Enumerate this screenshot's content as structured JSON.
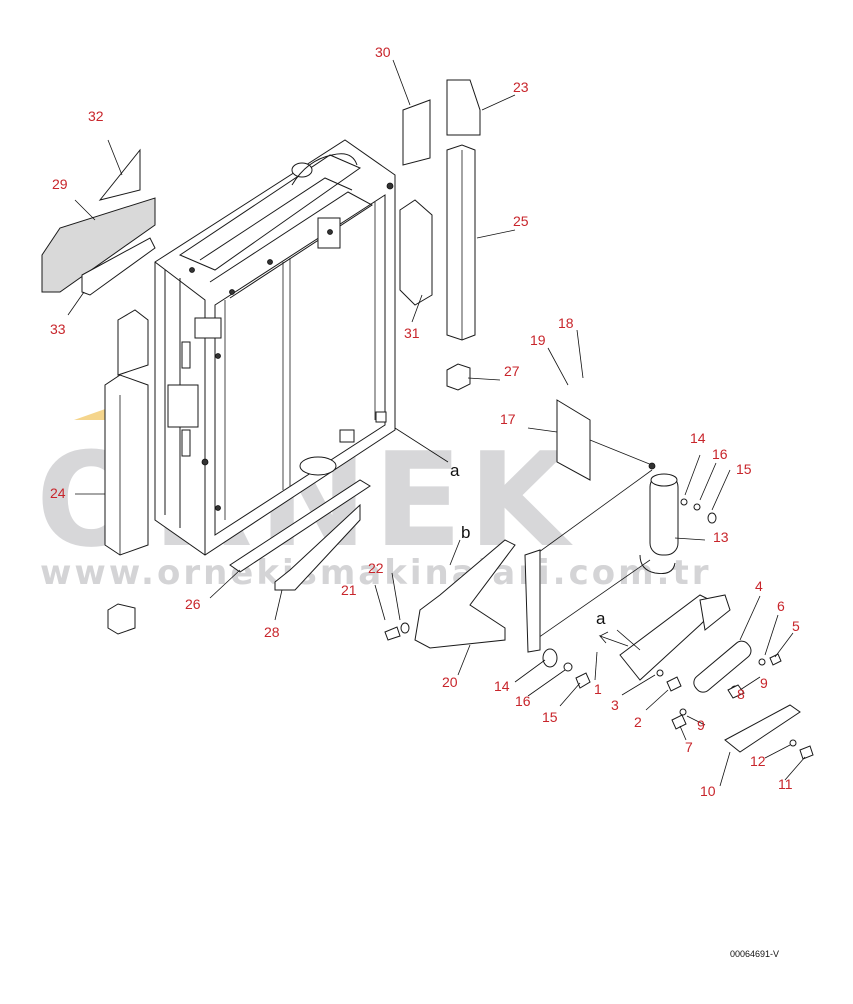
{
  "watermark": {
    "brand": "ORNEK",
    "url": "www.ornekismakinalari.com.tr"
  },
  "drawing_code": "00064691-V",
  "reference_letters": {
    "a": "a",
    "b": "b"
  },
  "callouts": [
    "1",
    "2",
    "3",
    "4",
    "5",
    "6",
    "7",
    "8",
    "9",
    "10",
    "11",
    "12",
    "13",
    "14",
    "15",
    "16",
    "17",
    "18",
    "19",
    "20",
    "21",
    "22",
    "23",
    "24",
    "25",
    "26",
    "27",
    "28",
    "29",
    "30",
    "31",
    "32",
    "33"
  ],
  "colors": {
    "callout": "#c8252b",
    "watermark": "#d7d7d9",
    "accent": "#f0c060"
  }
}
